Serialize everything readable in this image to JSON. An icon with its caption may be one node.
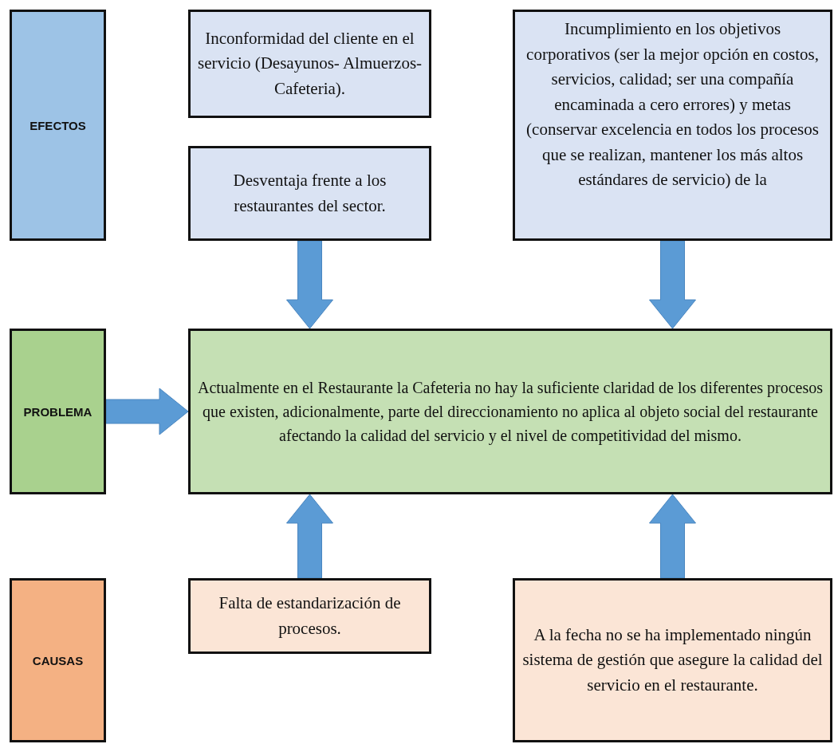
{
  "diagram": {
    "nodes": [
      {
        "text": [
          "EFECTOS"
        ]
      },
      {
        "text": [
          "Inconformidad del cliente en el servicio (Desayunos- Almuerzos- Cafeteria)."
        ]
      },
      {
        "text": [
          "Incumplimiento en los objetivos corporativos (ser la mejor opción en costos, servicios, calidad; ser una compañía encaminada a cero errores) y metas (conservar excelencia en todos los procesos que se realizan, mantener los más altos estándares de servicio) de la"
        ]
      },
      {
        "text": [
          "Desventaja frente a los restaurantes del sector."
        ]
      },
      {
        "text": [
          "PROBLEMA"
        ]
      },
      {
        "text": [
          "Actualmente en el Restaurante la Cafeteria no hay la suficiente claridad de los diferentes procesos que existen, adicionalmente, parte del direccionamiento no aplica al objeto social del restaurante afectando la calidad del servicio y el nivel de competitividad del mismo."
        ]
      },
      {
        "text": [
          "CAUSAS"
        ]
      },
      {
        "text": [
          "Falta de estandarización de procesos."
        ]
      },
      {
        "text": [
          "A la fecha no se ha implementado ningún sistema de gestión que asegure la calidad del servicio en el restaurante."
        ]
      }
    ],
    "edges": [
      {
        "from": 3,
        "to": 5,
        "arrow": "to"
      },
      {
        "from": 2,
        "to": 5,
        "arrow": "to"
      },
      {
        "from": 4,
        "to": 5,
        "arrow": "to"
      },
      {
        "from": 7,
        "to": 5,
        "arrow": "to"
      },
      {
        "from": 8,
        "to": 5,
        "arrow": "to"
      }
    ]
  }
}
